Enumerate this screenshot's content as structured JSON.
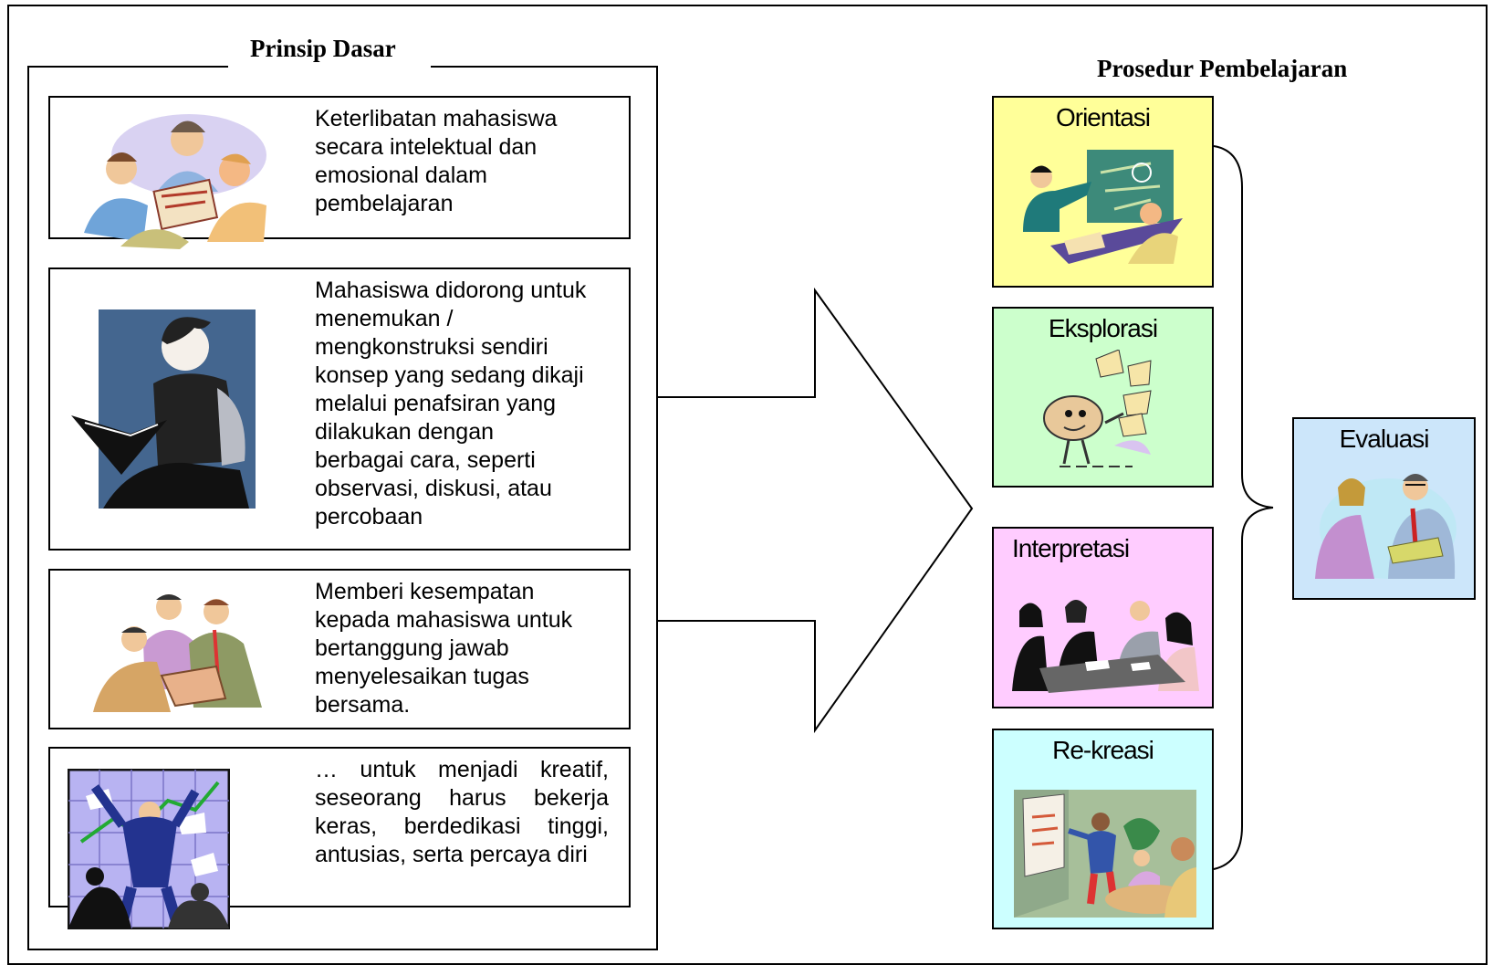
{
  "colors": {
    "orientasi": "#ffff99",
    "eksplorasi": "#ccffcc",
    "interpretasi": "#ffccff",
    "rekreasi": "#ccffff",
    "evaluasi": "#cce6fa",
    "border": "#000000"
  },
  "left_panel": {
    "title": "Prinsip Dasar",
    "items": [
      {
        "icon": "group-discussion-icon",
        "text": "Keterlibatan mahasiswa secara intelektual dan emosional dalam pembelajaran"
      },
      {
        "icon": "reading-student-icon",
        "text": "Mahasiswa didorong untuk menemukan / mengkonstruksi sendiri konsep yang sedang dikaji melalui penafsiran yang dilakukan dengan berbagai cara, seperti observasi, diskusi, atau percobaan"
      },
      {
        "icon": "team-meeting-icon",
        "text": "Memberi kesempatan kepada mahasiswa untuk bertanggung jawab menyelesaikan tugas bersama."
      },
      {
        "icon": "success-celebration-icon",
        "text": "… untuk menjadi kreatif, seseorang harus bekerja keras, berdedikasi tinggi, antusias, serta percaya diri"
      }
    ]
  },
  "right_panel": {
    "title": "Prosedur Pembelajaran",
    "steps": [
      {
        "label": "Orientasi",
        "icon": "teacher-presentation-icon"
      },
      {
        "label": "Eksplorasi",
        "icon": "exploring-character-icon"
      },
      {
        "label": "Interpretasi",
        "icon": "meeting-table-icon"
      },
      {
        "label": "Re-kreasi",
        "icon": "flipchart-presentation-icon"
      }
    ],
    "result": {
      "label": "Evaluasi",
      "icon": "reviewing-document-icon"
    }
  }
}
